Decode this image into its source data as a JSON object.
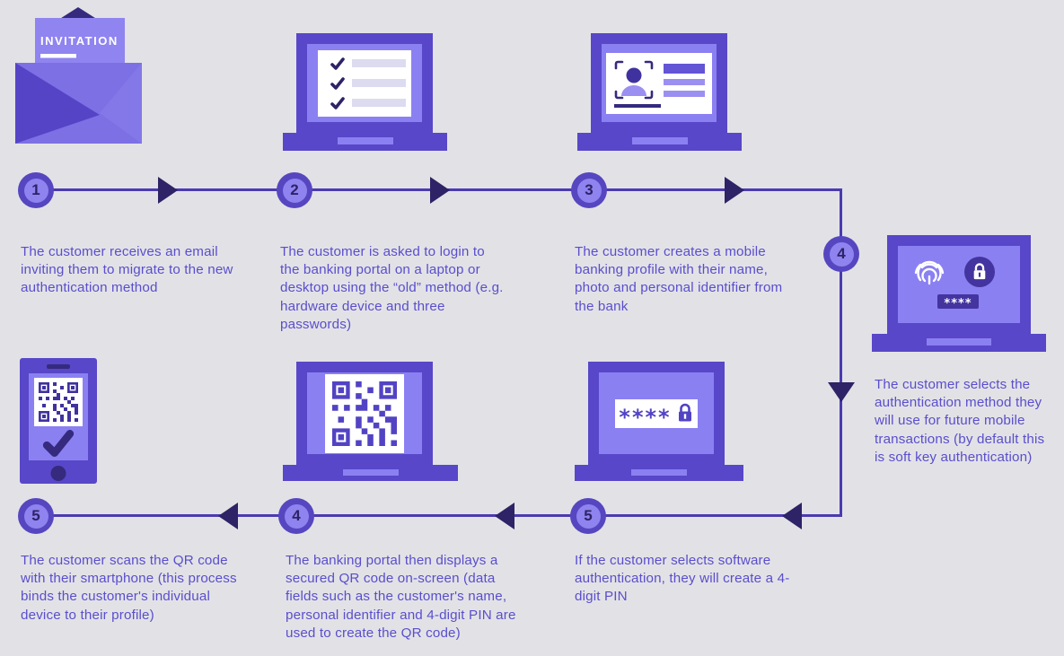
{
  "colors": {
    "background": "#e2e2e6",
    "line": "#4b3bb0",
    "arrow_dark": "#2d2366",
    "node_outer": "#5646c0",
    "node_inner": "#8f83f0",
    "icon_medium_purple": "#5847c8",
    "icon_light_purple": "#8b80f2",
    "icon_dark_indigo": "#352a7e",
    "text_purple": "#5a4ecd",
    "white": "#ffffff"
  },
  "envelope": {
    "label": "INVITATION"
  },
  "pin_mask": "****",
  "icons": {
    "email-invitation": "open envelope with invitation letter",
    "laptop-checklist": "laptop showing checklist with ticks",
    "laptop-profile": "laptop showing profile card with photo",
    "laptop-auth-options": "laptop showing fingerprint, lock and PIN",
    "smartphone-qr": "smartphone showing QR code and checkmark",
    "laptop-qr": "laptop showing QR code",
    "laptop-pin": "laptop showing masked PIN and lock"
  },
  "steps": {
    "step1": {
      "number": "1",
      "text": "The customer receives an email inviting them to migrate to the new authentication method"
    },
    "step2": {
      "number": "2",
      "text": "The customer is asked to login to the banking portal on a laptop or desktop using the “old” method (e.g. hardware device and three passwords)"
    },
    "step3": {
      "number": "3",
      "text": "The customer creates a mobile banking profile with their name, photo and personal identifier from the bank"
    },
    "step4_select": {
      "number": "4",
      "text": "The customer selects the authentication method they will use for future mobile transactions (by default this is soft key authentication)"
    },
    "step5_pin": {
      "number": "5",
      "text": "If the customer selects software authentication, they will create a 4-digit PIN"
    },
    "step4_qr": {
      "number": "4",
      "text": "The banking portal then displays a secured QR code on-screen (data fields such as the customer's name, personal identifier and 4-digit PIN are used to create the QR code)"
    },
    "step5_scan": {
      "number": "5",
      "text": "The customer scans the QR code with their smartphone (this process binds the customer's individual device to their profile)"
    }
  }
}
